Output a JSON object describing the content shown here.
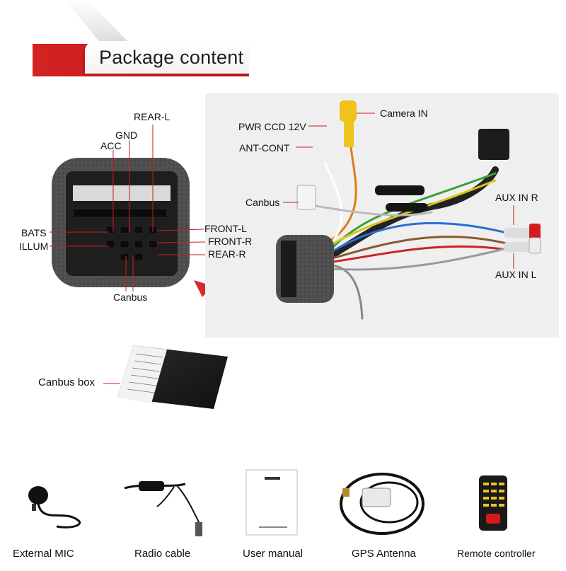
{
  "header": {
    "title": "Package content"
  },
  "connector_pins": {
    "rear_l": "REAR-L",
    "gnd": "GND",
    "acc": "ACC",
    "bats": "BATS",
    "illum": "ILLUM",
    "front_l": "FRONT-L",
    "front_r": "FRONT-R",
    "rear_r": "REAR-R",
    "canbus": "Canbus"
  },
  "harness": {
    "camera_in": "Camera IN",
    "pwr_ccd": "PWR CCD 12V",
    "ant_cont": "ANT-CONT",
    "canbus": "Canbus",
    "aux_in_r": "AUX IN R",
    "aux_in_l": "AUX IN L"
  },
  "canbus_box": {
    "label": "Canbus box"
  },
  "accessories": [
    {
      "label": "External MIC",
      "icon": "microphone-icon"
    },
    {
      "label": "Radio cable",
      "icon": "radio-cable-icon"
    },
    {
      "label": "User manual",
      "icon": "manual-icon"
    },
    {
      "label": "GPS Antenna",
      "icon": "gps-antenna-icon"
    },
    {
      "label": "Remote controller",
      "icon": "remote-control-icon"
    }
  ],
  "colors": {
    "banner_red": "#c61818",
    "arrow_red": "#d42a2a",
    "foam": "#4a4a4a"
  }
}
